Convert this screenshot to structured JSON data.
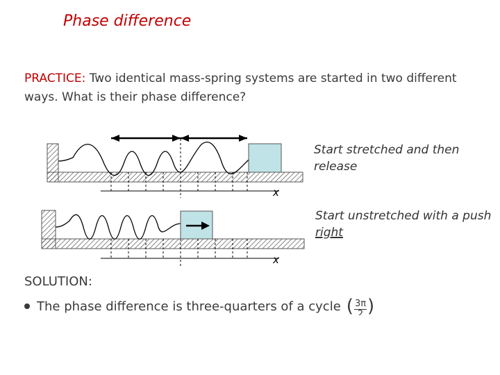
{
  "slide": {
    "title": "Phase difference",
    "practice": {
      "label": "PRACTICE:",
      "text": "Two identical mass-spring systems are started in two different ways. What is their phase difference?"
    },
    "system_top": {
      "note": "Start stretched and then release",
      "axis_label": "x"
    },
    "system_bottom": {
      "note_prefix": "Start unstretched with a push ",
      "note_underlined": "right",
      "axis_label": "x"
    },
    "solution": {
      "label": "SOLUTION:",
      "text": "The phase difference is three-quarters of a cycle",
      "open_paren": "(",
      "fraction_numerator": "3π",
      "fraction_denominator": "2",
      "close_paren": ")"
    }
  },
  "colors": {
    "title": "#c00000",
    "practice_label": "#c00000",
    "mass_fill": "#bfe3e6",
    "text": "#3a3a3a"
  }
}
